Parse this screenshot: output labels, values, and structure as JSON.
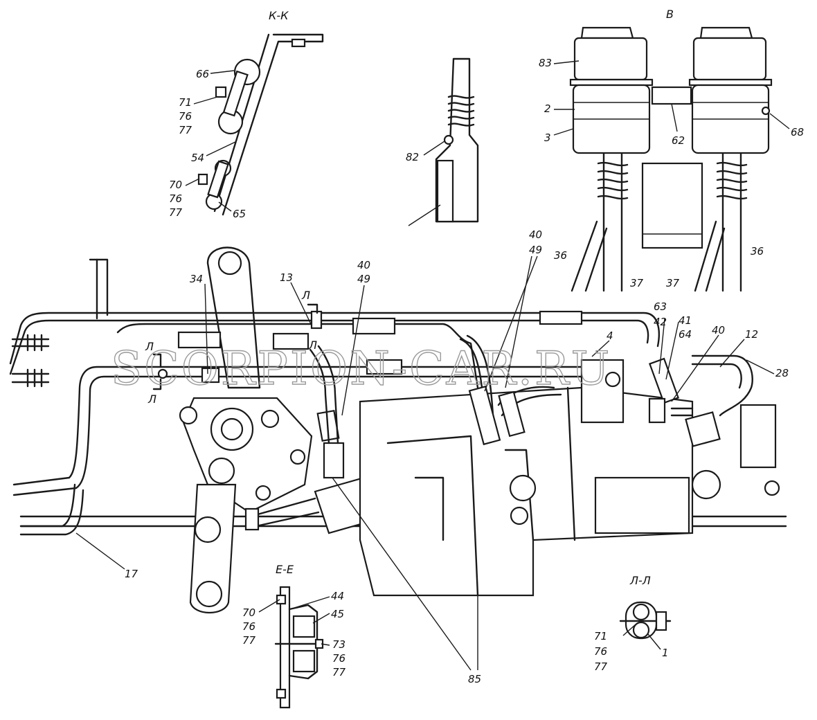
{
  "watermark": "SCORPION-CAR.RU",
  "sections": {
    "kk": "К-К",
    "v": "В",
    "ee": "Е-Е",
    "ll": "Л-Л",
    "l_top": "Л",
    "l_left_top": "Л",
    "l_left_bottom": "Л",
    "l_mid": "Л"
  },
  "labels": {
    "kk": [
      "66",
      "71",
      "76",
      "77",
      "54",
      "70",
      "76",
      "77",
      "65"
    ],
    "center_top": [
      "82"
    ],
    "v": [
      "83",
      "2",
      "3",
      "62",
      "68",
      "36",
      "37",
      "37",
      "36"
    ],
    "main": [
      "34",
      "13",
      "40",
      "49",
      "40",
      "49",
      "4",
      "63",
      "42",
      "41",
      "64",
      "40",
      "12",
      "28",
      "17",
      "85"
    ],
    "ee": [
      "44",
      "45",
      "70",
      "76",
      "77",
      "73",
      "76",
      "77"
    ],
    "ll": [
      "71",
      "76",
      "77",
      "1"
    ]
  }
}
